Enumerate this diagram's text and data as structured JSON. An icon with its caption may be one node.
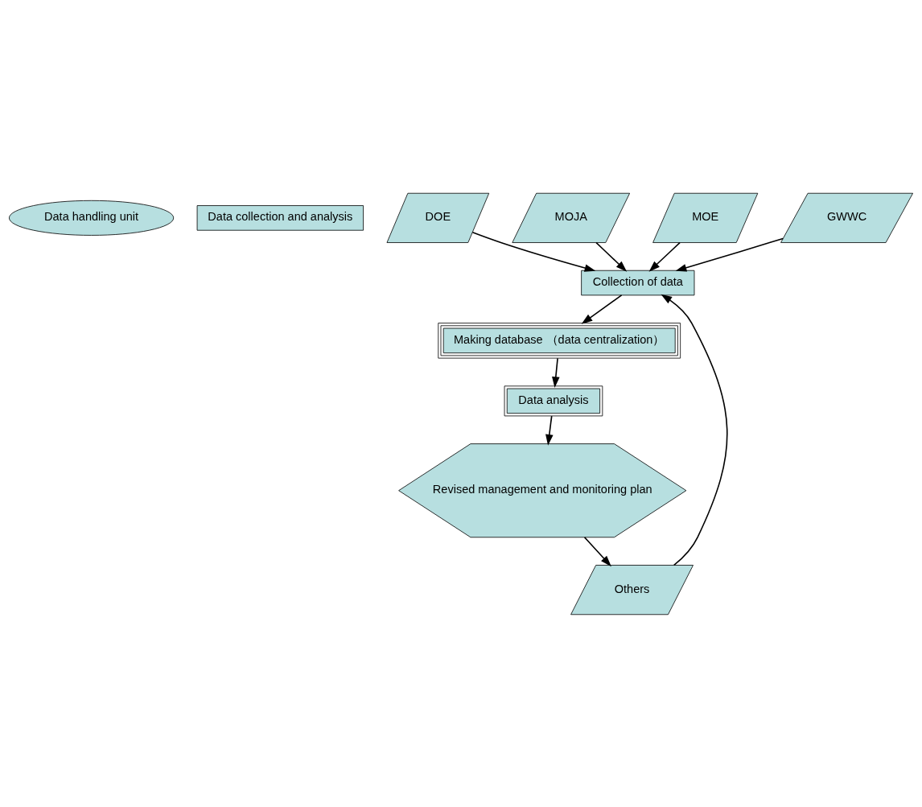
{
  "diagram": {
    "nodes": [
      {
        "text": [
          "Data handling unit"
        ]
      },
      {
        "text": [
          "Data collection and analysis"
        ]
      },
      {
        "text": [
          "Collection of data"
        ]
      },
      {
        "text": [
          "Making database （data centralization）"
        ]
      },
      {
        "text": [
          "Data analysis"
        ]
      },
      {
        "text": [
          "Revised management and monitoring plan"
        ]
      },
      {
        "text": [
          "DOE"
        ]
      },
      {
        "text": [
          "MOJA"
        ]
      },
      {
        "text": [
          "MOE"
        ]
      },
      {
        "text": [
          "GWWC"
        ]
      },
      {
        "text": [
          "Others"
        ]
      }
    ],
    "edges": [
      {
        "from": 6,
        "to": 2,
        "arrow": "to"
      },
      {
        "from": 7,
        "to": 2,
        "arrow": "to"
      },
      {
        "from": 8,
        "to": 2,
        "arrow": "to"
      },
      {
        "from": 9,
        "to": 2,
        "arrow": "to"
      },
      {
        "from": 10,
        "to": 2,
        "arrow": "to"
      },
      {
        "from": 2,
        "to": 3,
        "arrow": "to"
      },
      {
        "from": 3,
        "to": 4,
        "arrow": "to"
      },
      {
        "from": 4,
        "to": 5,
        "arrow": "to"
      },
      {
        "from": 5,
        "to": 10,
        "arrow": "to"
      }
    ]
  }
}
